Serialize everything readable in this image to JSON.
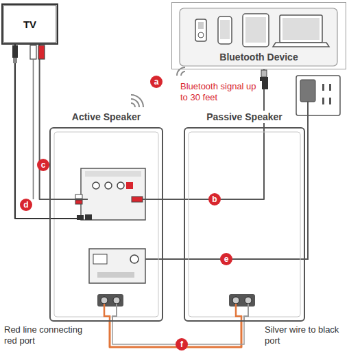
{
  "diagram": {
    "nodes": [
      {
        "text": [
          "TV"
        ]
      },
      {
        "text": [
          "Bluetooth Device"
        ]
      },
      {
        "text": [
          "Active Speaker"
        ]
      },
      {
        "text": [
          "Passive Speaker"
        ]
      }
    ],
    "edges": [
      {
        "from": 0,
        "to": 2,
        "arrow": "none"
      },
      {
        "from": 0,
        "to": 2,
        "arrow": "none"
      },
      {
        "from": 1,
        "to": 2,
        "arrow": "none"
      },
      {
        "from": 2,
        "to": 3,
        "arrow": "none"
      }
    ],
    "labels": [
      "a",
      "Bluetooth signal up to 30 feet",
      "b",
      "c",
      "d",
      "e",
      "f",
      "Red line connecting red port",
      "Silver wire to black port"
    ]
  }
}
